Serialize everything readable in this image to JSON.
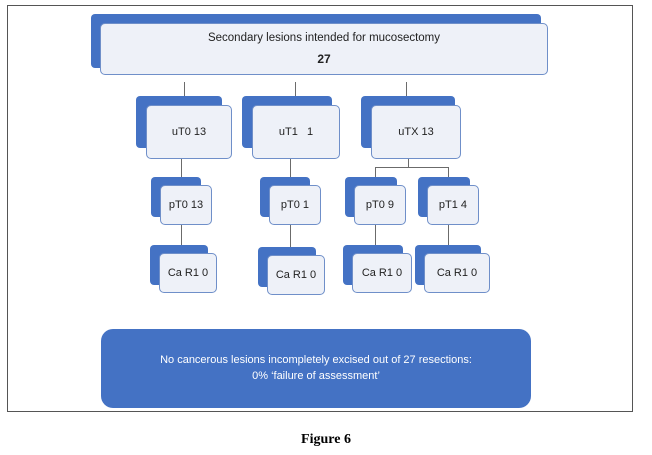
{
  "root": {
    "title": "Secondary lesions intended for  mucosectomy",
    "count": "27"
  },
  "level1": [
    {
      "label": "uT0 13"
    },
    {
      "label": "uT1   1"
    },
    {
      "label": "uTX 13"
    }
  ],
  "level2": [
    {
      "label": "pT0 13"
    },
    {
      "label": "pT0 1"
    },
    {
      "label": "pT0 9"
    },
    {
      "label": "pT1 4"
    }
  ],
  "level3": [
    {
      "label": "Ca R1 0"
    },
    {
      "label": "Ca R1 0"
    },
    {
      "label": "Ca R1 0"
    },
    {
      "label": "Ca R1 0"
    }
  ],
  "summary": {
    "line1": "No cancerous lesions incompletely excised out of 27 resections:",
    "line2": "0% ‘failure of assessment’"
  },
  "caption": "Figure 6",
  "colors": {
    "accent": "#4472c4",
    "box_fill": "#eef1f8",
    "box_border": "#6f8fc9"
  }
}
